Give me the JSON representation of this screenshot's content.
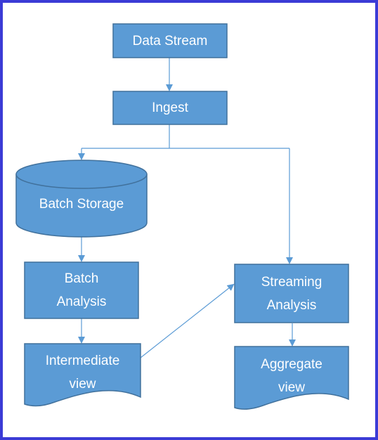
{
  "colors": {
    "frame": "#3b3bd6",
    "node_fill": "#5b9bd5",
    "node_stroke": "#41719c",
    "arrow": "#5b9bd5",
    "text": "#ffffff"
  },
  "nodes": {
    "data_stream": "Data Stream",
    "ingest": "Ingest",
    "batch_storage": "Batch Storage",
    "batch_analysis": "Batch\nAnalysis",
    "intermediate_view": "Intermediate\nview",
    "streaming_analysis": "Streaming\nAnalysis",
    "aggregate_view": "Aggregate\nview"
  }
}
